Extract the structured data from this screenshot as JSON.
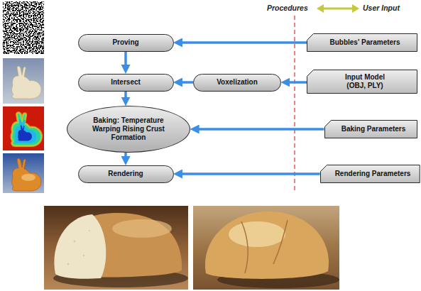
{
  "diagram": {
    "nodes": [
      {
        "text": [
          "Proving"
        ]
      },
      {
        "text": [
          "Bubbles' Parameters"
        ]
      },
      {
        "text": [
          "Intersect"
        ]
      },
      {
        "text": [
          "Voxelization"
        ]
      },
      {
        "text": [
          "Input Model (OBJ, PLY)"
        ]
      },
      {
        "text": [
          "Baking: Temperature Warping Rising Crust Formation"
        ]
      },
      {
        "text": [
          "Baking Parameters"
        ]
      },
      {
        "text": [
          "Rendering"
        ]
      },
      {
        "text": [
          "Rendering Parameters"
        ]
      }
    ],
    "edges": [
      {
        "from": 1,
        "to": 0,
        "arrow": "to"
      },
      {
        "from": 0,
        "to": 2,
        "arrow": "to"
      },
      {
        "from": 4,
        "to": 3,
        "arrow": "to"
      },
      {
        "from": 3,
        "to": 2,
        "arrow": "to"
      },
      {
        "from": 2,
        "to": 5,
        "arrow": "to"
      },
      {
        "from": 6,
        "to": 5,
        "arrow": "to"
      },
      {
        "from": 5,
        "to": 7,
        "arrow": "to"
      },
      {
        "from": 8,
        "to": 7,
        "arrow": "to"
      }
    ],
    "labels": [
      "Procedures",
      "User Input"
    ]
  }
}
